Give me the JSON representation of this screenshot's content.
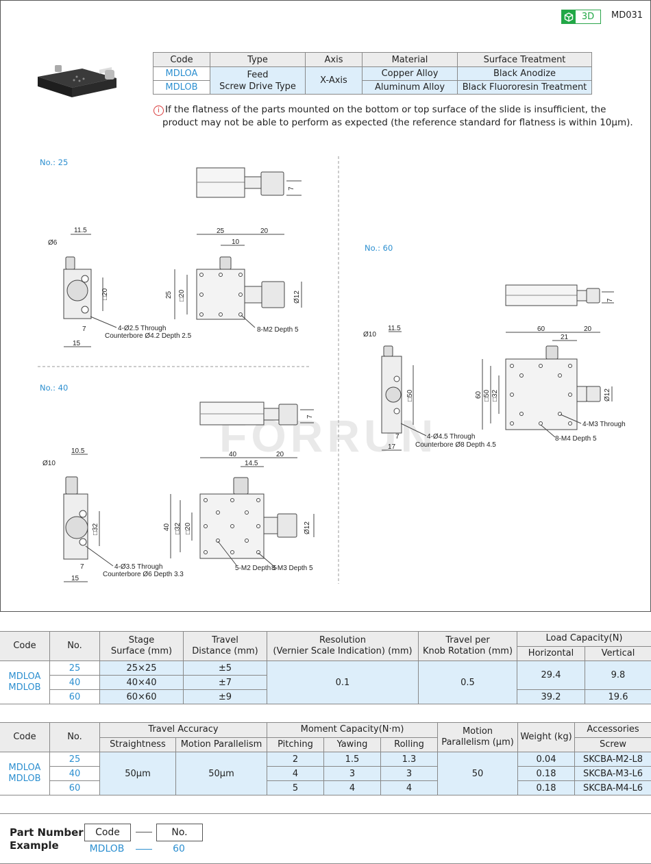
{
  "header": {
    "badge_3d": "3D",
    "model_code": "MD031"
  },
  "top_table": {
    "headers": [
      "Code",
      "Type",
      "Axis",
      "Material",
      "Surface Treatment"
    ],
    "rows": [
      {
        "code": "MDLOA",
        "material": "Copper Alloy",
        "surface": "Black Anodize"
      },
      {
        "code": "MDLOB",
        "material": "Aluminum Alloy",
        "surface": "Black Fluororesin Treatment"
      }
    ],
    "type_line1": "Feed",
    "type_line2": "Screw Drive Type",
    "axis": "X-Axis"
  },
  "note": {
    "icon": "i",
    "line1": "If the flatness of the parts mounted on the bottom or top surface of the slide is insufficient, the",
    "line2": "product may not be able to perform as expected (the reference standard for flatness is within 10μm)."
  },
  "drawings": {
    "no25": {
      "label": "No.: 25",
      "d_11_5": "11.5",
      "d_phi6": "Ø6",
      "d_7": "7",
      "d_15": "15",
      "d_sq20_side": "□20",
      "holes_note1": "4-Ø2.5 Through",
      "holes_note2": "Counterbore Ø4.2 Depth 2.5",
      "d_25_top": "25",
      "d_20_top": "20",
      "d_10": "10",
      "d_25_left": "25",
      "d_sq20": "□20",
      "d_phi12": "Ø12",
      "tap_note": "8-M2 Depth 5",
      "d_7_scale": "7"
    },
    "no40": {
      "label": "No.: 40",
      "d_10_5": "10.5",
      "d_phi10": "Ø10",
      "d_7": "7",
      "d_15": "15",
      "d_sq32_side": "□32",
      "holes_note1": "4-Ø3.5 Through",
      "holes_note2": "Counterbore Ø6 Depth 3.3",
      "d_40_top": "40",
      "d_20_top": "20",
      "d_14_5": "14.5",
      "d_40_left": "40",
      "d_sq32": "□32",
      "d_sq20": "□20",
      "d_phi12": "Ø12",
      "tap_note1": "5-M2 Depth 5",
      "tap_note2": "8-M3 Depth 5",
      "d_7_scale": "7"
    },
    "no60": {
      "label": "No.: 60",
      "d_11_5": "11.5",
      "d_phi10": "Ø10",
      "d_7": "7",
      "d_17": "17",
      "d_sq50_side": "□50",
      "holes_note1": "4-Ø4.5 Through",
      "holes_note2": "Counterbore Ø8 Depth 4.5",
      "d_60_top": "60",
      "d_20_top": "20",
      "d_21": "21",
      "d_60_left": "60",
      "d_sq50": "□50",
      "d_sq32": "□32",
      "d_phi12": "Ø12",
      "tap_note1": "4-M3 Through",
      "tap_note2": "8-M4 Depth 5",
      "d_7_scale": "7"
    },
    "watermark": "FORRUN"
  },
  "spec_table1": {
    "h_code": "Code",
    "h_no": "No.",
    "h_stage_1": "Stage",
    "h_stage_2": "Surface (mm)",
    "h_travel_1": "Travel",
    "h_travel_2": "Distance (mm)",
    "h_res_1": "Resolution",
    "h_res_2": "(Vernier Scale Indication) (mm)",
    "h_knob_1": "Travel per",
    "h_knob_2": "Knob Rotation (mm)",
    "h_load": "Load Capacity(N)",
    "h_horizontal": "Horizontal",
    "h_vertical": "Vertical",
    "code_1": "MDLOA",
    "code_2": "MDLOB",
    "rows": [
      {
        "no": "25",
        "stage": "25×25",
        "travel": "±5"
      },
      {
        "no": "40",
        "stage": "40×40",
        "travel": "±7"
      },
      {
        "no": "60",
        "stage": "60×60",
        "travel": "±9"
      }
    ],
    "resolution": "0.1",
    "knob": "0.5",
    "load_h_1": "29.4",
    "load_v_1": "9.8",
    "load_h_2": "39.2",
    "load_v_2": "19.6"
  },
  "spec_table2": {
    "h_code": "Code",
    "h_no": "No.",
    "h_travel_acc": "Travel Accuracy",
    "h_straight": "Straightness",
    "h_motion_par": "Motion Parallelism",
    "h_moment": "Moment Capacity(N·m)",
    "h_pitch": "Pitching",
    "h_yaw": "Yawing",
    "h_roll": "Rolling",
    "h_motion_1": "Motion",
    "h_motion_2": "Parallelism (μm)",
    "h_weight": "Weight (kg)",
    "h_acc": "Accessories",
    "h_screw": "Screw",
    "code_1": "MDLOA",
    "code_2": "MDLOB",
    "straightness": "50μm",
    "motion_par": "50μm",
    "motion_parallelism": "50",
    "rows": [
      {
        "no": "25",
        "pitch": "2",
        "yaw": "1.5",
        "roll": "1.3",
        "weight": "0.04",
        "screw": "SKCBA-M2-L8"
      },
      {
        "no": "40",
        "pitch": "4",
        "yaw": "3",
        "roll": "3",
        "weight": "0.18",
        "screw": "SKCBA-M3-L6"
      },
      {
        "no": "60",
        "pitch": "5",
        "yaw": "4",
        "roll": "4",
        "weight": "0.18",
        "screw": "SKCBA-M4-L6"
      }
    ]
  },
  "example": {
    "title_1": "Part Number",
    "title_2": "Example",
    "box_code": "Code",
    "box_no": "No.",
    "val_code": "MDLOB",
    "val_no": "60"
  },
  "colors": {
    "accent_blue": "#2c8fd0",
    "light_blue": "#ddeefa",
    "header_gray": "#ececec",
    "green_3d": "#21a846"
  }
}
